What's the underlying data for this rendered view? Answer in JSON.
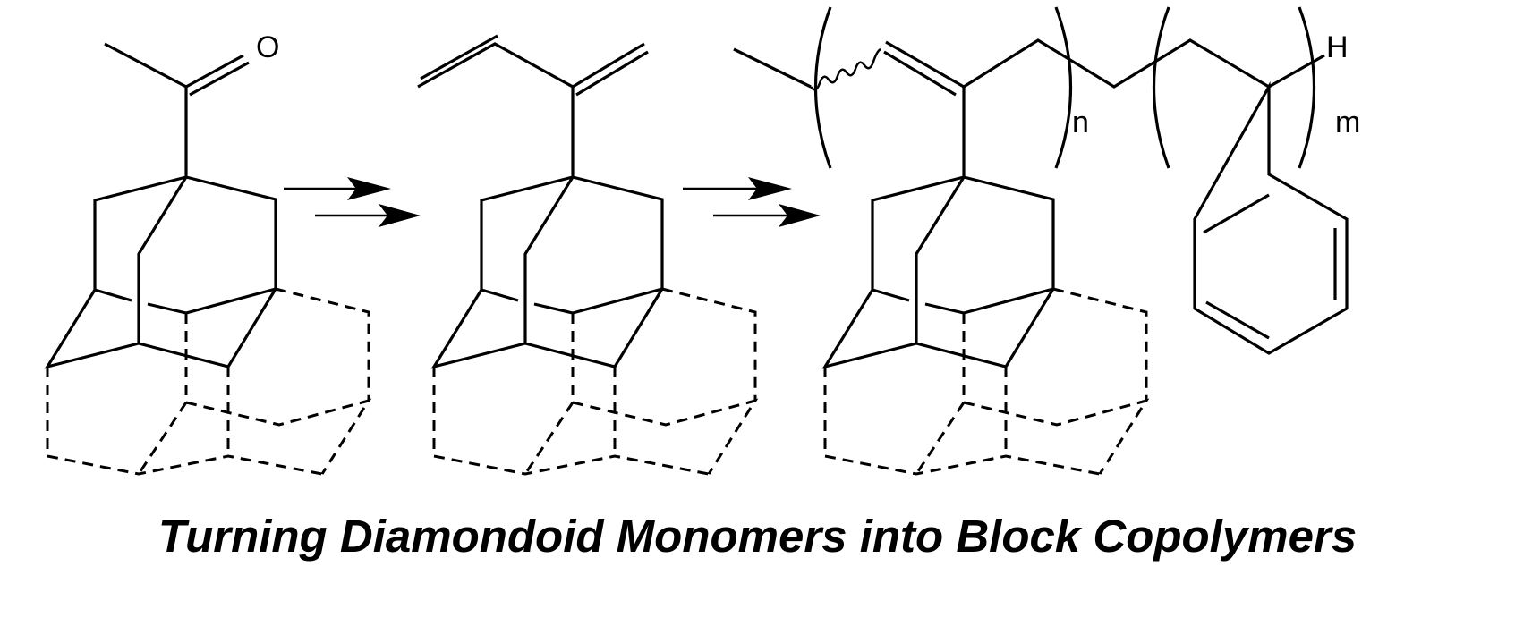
{
  "title": "Turning Diamondoid Monomers into Block Copolymers",
  "labels": {
    "oxygen": "O",
    "hydrogen": "H",
    "subscript_n": "n",
    "subscript_m": "m"
  },
  "molecules": [
    "acetyl-diamondoid",
    "diene-diamondoid",
    "block-copolymer"
  ],
  "colors": {
    "stroke": "#000000",
    "background": "#ffffff"
  }
}
